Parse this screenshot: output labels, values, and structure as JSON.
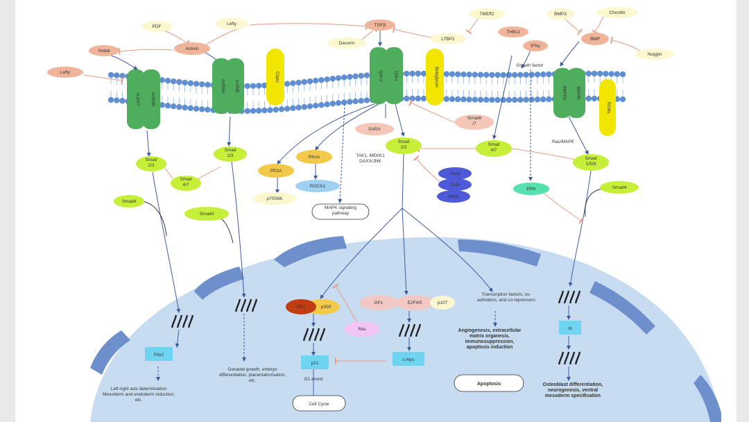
{
  "ligands": {
    "pdf": "PDF",
    "lefty_top": "Lefty",
    "tgfb": "TGFβ",
    "tmeff2": "TMEff2",
    "bmp3": "BMP3",
    "chordin": "Chordin",
    "nodal": "Nodal",
    "activin": "Activin",
    "decorin": "Decorin",
    "ltbp1": "LTBP1",
    "thbs1": "THBs1",
    "ifng": "IFNγ",
    "bmp": "BMP",
    "noggin": "Noggin",
    "lefty_left": "Lefty",
    "growth_factor": "Growth factor"
  },
  "receptors": {
    "nodal_r1": "ALK4/7",
    "nodal_r2": "ActRIIB",
    "activin_r1": "ActRIIA",
    "activin_r2": "ActRIB",
    "activin_coreceptor": "Cripto",
    "tgfb_r1": "TβR-II",
    "tgfb_r2": "TβR-I",
    "tgfb_coreceptor": "Betaglycan",
    "bmp_r1": "BMPRII",
    "bmp_r2": "BMPRI",
    "bmp_coreceptor": "RGMs"
  },
  "cytoplasm": {
    "smad23_a": "Smad\n2/3",
    "smad23_b": "Smad\n2/3",
    "smad47_a": "Smad\n4/7",
    "smad4_a": "Smad4",
    "smad4_b": "Smad4",
    "rhoa": "RhoA",
    "pp2a": "PP2A",
    "rock1": "ROCK1",
    "p70s6k": "p70S6K",
    "tak_text": "TAK1, MEKK1\nDAXX/JNK",
    "mapk_box": "MAPK signaling\npathway",
    "sara": "SARA",
    "smad23_c": "Smad\n2/3",
    "smad67": "Smad6\n/7",
    "smad47_b": "Smad\n4/7",
    "ras_mapk": "Ras/MAPK",
    "smad158": "Smad\n1/5/8",
    "smad4_c": "Smad4",
    "erk": "ERK",
    "smurf1": "Rac1",
    "smurf2": "Cul1",
    "smurf3": "Skp1"
  },
  "nucleus": {
    "pitx2": "Pitx2",
    "left_outcome": "Left-right axis determination\nMesoderm and endoderm induction,\netc.",
    "gonadal_outcome": "Gonadal growth, embryo\ndifferentiation, placentaformation,\netc.",
    "sp1": "SP1",
    "p300": "p300",
    "dp1": "DP1",
    "e2f45": "E2F4/5",
    "p107": "p107",
    "id": "Id",
    "ras": "Ras",
    "p21": "p21",
    "cmyc": "c-Myc",
    "g1_arrest": "G1 arrest",
    "cell_cycle": "Cell Cycle",
    "transcription": "Transcription factors, co-\nactivators, and co-repressors",
    "angio": "Angiogenesis, extracellular\nmatrix organesis,\nimmunosuppression,\napoptosis induction",
    "apoptosis": "Apoptosis",
    "osteo": "Osteoblast differentiation,\nneurogenesis, ventral\nmesoderm specification"
  },
  "colors": {
    "receptor": "#4fae5e",
    "coreceptor": "#f2e600",
    "ligand": "#f0b49a",
    "peach": "#f6ddc6",
    "pale_yellow": "#fbf8cf",
    "smad": "#c6ef3a",
    "membrane_head": "#5f8fd0",
    "nucleus": "#c7dcf1",
    "envelope_patch": "#6d8fcc",
    "cyan_box": "#6ed4f0",
    "erk": "#56e0b0",
    "purple": "#4f5ad8",
    "orange_bubble": "#f3c94a",
    "pink": "#f2c8c4",
    "lavender": "#f2c6f4",
    "dark_red": "#c13c10",
    "light_blue": "#9fd0f2"
  }
}
